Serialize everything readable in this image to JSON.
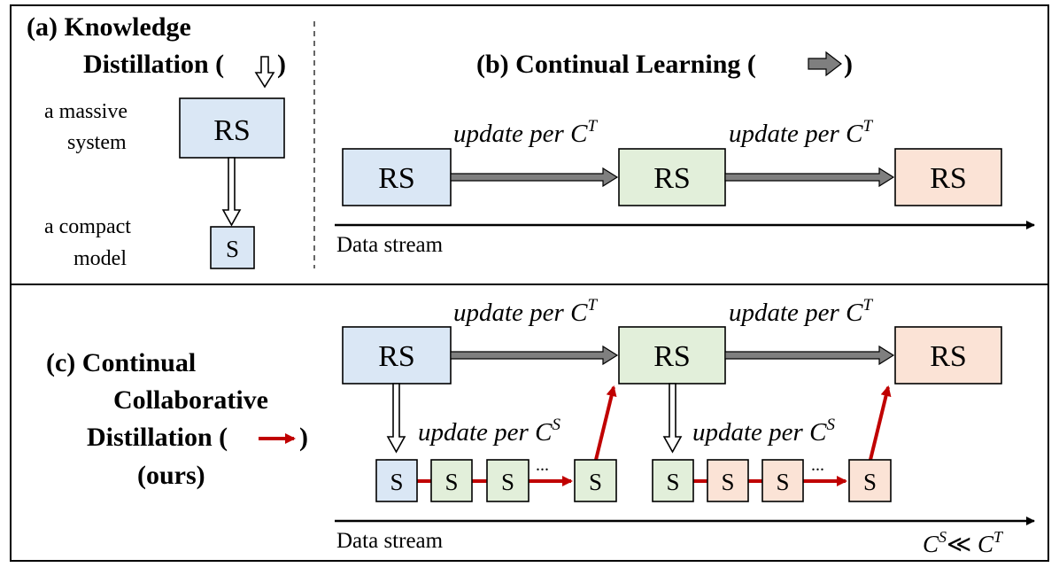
{
  "panel_a": {
    "title_line1": "(a)  Knowledge",
    "title_line2": "Distillation (",
    "title_close": ")",
    "massive_line1": "a massive",
    "massive_line2": "system",
    "compact_line1": "a compact",
    "compact_line2": "model",
    "box_rs": "RS",
    "box_s": "S"
  },
  "panel_b": {
    "title": "(b) Continual Learning (",
    "title_close": ")",
    "update_label_1": "update per ",
    "update_label_2": "update per ",
    "update_sym": "C",
    "update_sup": "T",
    "boxes": [
      "RS",
      "RS",
      "RS"
    ],
    "stream_label": "Data stream"
  },
  "panel_c": {
    "title_line1": "(c) Continual",
    "title_line2": "Collaborative",
    "title_line3": "Distillation (",
    "title_close": ")",
    "title_line4": "(ours)",
    "rs_boxes": [
      "RS",
      "RS",
      "RS"
    ],
    "teacher_update_1": "update per ",
    "teacher_update_2": "update per ",
    "teacher_sym": "C",
    "teacher_sup": "T",
    "student_update_1": "update per ",
    "student_update_2": "update per ",
    "student_sym": "C",
    "student_sup": "S",
    "group1": [
      "S",
      "S",
      "S",
      "S"
    ],
    "group2": [
      "S",
      "S",
      "S",
      "S"
    ],
    "ellipsis": "...",
    "stream_label": "Data stream",
    "relation_c1": "C",
    "relation_s1": "S",
    "relation_op": "≪ ",
    "relation_c2": "C",
    "relation_s2": "T"
  },
  "colors": {
    "blue": "#dae7f5",
    "green": "#e2efda",
    "peach": "#fbe3d6",
    "red": "#c00000",
    "gray_arrow": "#7f7f7f"
  }
}
